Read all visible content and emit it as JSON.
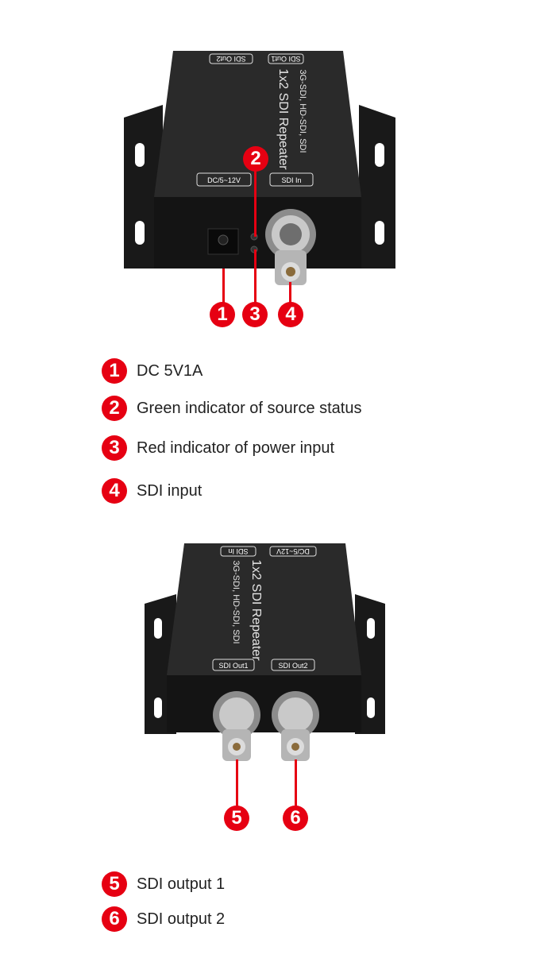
{
  "top_device": {
    "name": "1x2 SDI Repeater",
    "sub": "3G-SDI, HD-SDI, SDI",
    "labels": [
      "SDI Out2",
      "SDI Out1",
      "DC/5~12V",
      "SDI In"
    ]
  },
  "bottom_device": {
    "name": "1x2 SDI Repeater",
    "sub": "3G-SDI, HD-SDI, SDI",
    "labels": [
      "SDI In",
      "DC/5~12V",
      "SDI Out1",
      "SDI Out2"
    ]
  },
  "callouts": [
    "1",
    "2",
    "3",
    "4",
    "5",
    "6"
  ],
  "legend": [
    {
      "num": "1",
      "text": "DC 5V1A"
    },
    {
      "num": "2",
      "text": "Green indicator of source status"
    },
    {
      "num": "3",
      "text": "Red indicator of power input"
    },
    {
      "num": "4",
      "text": "SDI input"
    },
    {
      "num": "5",
      "text": "SDI output 1"
    },
    {
      "num": "6",
      "text": "SDI output 2"
    }
  ],
  "colors": {
    "accent": "#e60012",
    "device": "#1d1d1d",
    "text": "#222222"
  }
}
